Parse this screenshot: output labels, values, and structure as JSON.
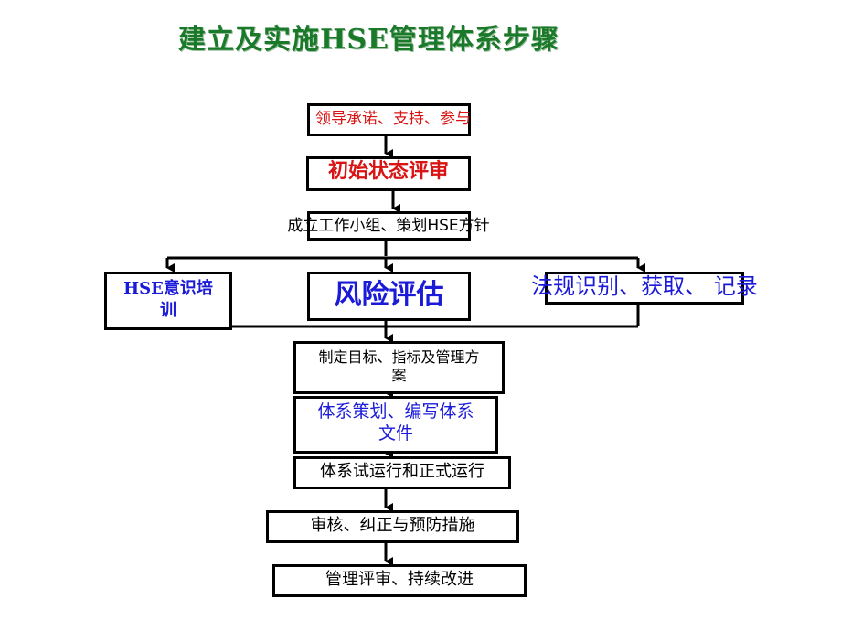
{
  "title": "建立及实施HSE管理体系步骤",
  "colors": {
    "title": "#1a7a2a",
    "red_text": "#d81414",
    "blue_text": "#1a1ad8",
    "line": "#000000"
  },
  "steps": {
    "leadership": "领导承诺、支持、参与",
    "initial_review": "初始状态评审",
    "working_group": "成立工作小组、策划HSE方针",
    "training_line1": "HSE意识培",
    "training_line2": "训",
    "risk_assessment": "风险评估",
    "regulations": "法规识别、获取、 记录",
    "objectives_line1": "制定目标、指标及管理方",
    "objectives_line2": "案",
    "system_planning_line1": "体系策划、编写体系",
    "system_planning_line2": "文件",
    "trial_run": "体系试运行和正式运行",
    "audit": "审核、纠正与预防措施",
    "review": "管理评审、持续改进"
  }
}
